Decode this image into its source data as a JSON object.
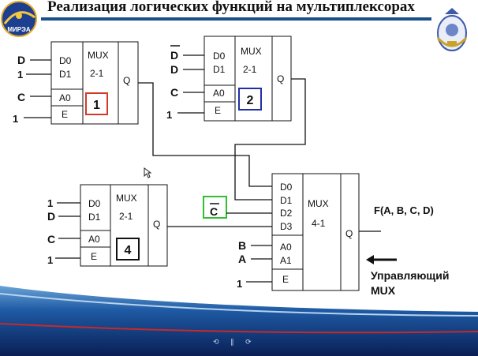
{
  "title": "Реализация логических функций на мультиплексорах",
  "logo_left_text": "МИРЭА",
  "mux1": {
    "inputs": [
      "D0",
      "D1"
    ],
    "name": "MUX",
    "type": "2-1",
    "sel": "A0",
    "enable": "E",
    "out": "Q",
    "number": "1",
    "signals": [
      "D",
      "1",
      "C",
      "1"
    ],
    "color": "#d23a2a"
  },
  "mux2": {
    "inputs": [
      "D0",
      "D1"
    ],
    "name": "MUX",
    "type": "2-1",
    "sel": "A0",
    "enable": "E",
    "out": "Q",
    "number": "2",
    "signals": [
      "D",
      "D",
      "C",
      "1"
    ],
    "color": "#1f2fa6"
  },
  "mux4": {
    "inputs": [
      "D0",
      "D1"
    ],
    "name": "MUX",
    "type": "2-1",
    "sel": "A0",
    "enable": "E",
    "out": "Q",
    "number": "4",
    "signals": [
      "1",
      "D",
      "C",
      "1"
    ],
    "color": "#111111"
  },
  "mux_main": {
    "inputs": [
      "D0",
      "D1",
      "D2",
      "D3"
    ],
    "name": "MUX",
    "type": "4-1",
    "sels": [
      "A0",
      "A1"
    ],
    "enable": "E",
    "out": "Q",
    "signals": [
      "B",
      "A",
      "1"
    ],
    "output_label": "F(A, B, C, D)"
  },
  "c_bar_label": "C",
  "c_bar_color": "#2fbf2f",
  "control_label_1": "Управляющий",
  "control_label_2": "MUX",
  "nav_icons": [
    "prev-icon",
    "pause-icon",
    "next-icon"
  ]
}
